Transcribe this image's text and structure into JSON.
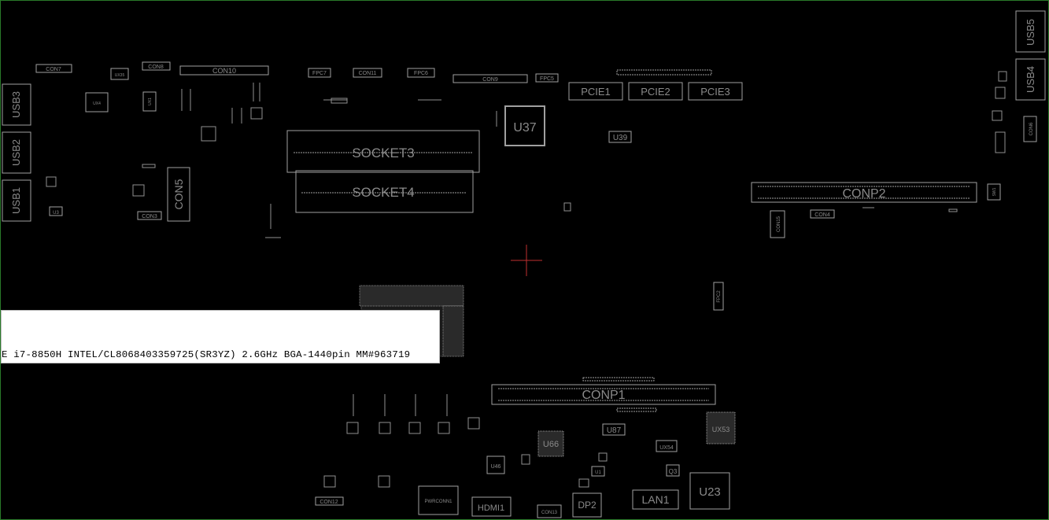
{
  "app": {
    "background": "#000000",
    "frame_color": "#2a7a2a",
    "trace_color": "#a0a0a0",
    "label_color": "#8a8a8a",
    "crosshair_color": "#c03030"
  },
  "tooltip": {
    "text": "E i7-8850H INTEL/CL8068403359725(SR3YZ) 2.6GHz BGA-1440pin  MM#963719"
  },
  "components": {
    "usb5": "USB5",
    "usb4": "USB4",
    "usb3": "USB3",
    "usb2": "USB2",
    "usb1": "USB1",
    "con5": "CON5",
    "con7": "CON7",
    "con8": "CON8",
    "con10": "CON10",
    "con3": "CON3",
    "con6": "CON6",
    "socket3": "SOCKET3",
    "socket4": "SOCKET4",
    "fpc7": "FPC7",
    "con11": "CON11",
    "fpc6": "FPC6",
    "con9": "CON9",
    "fpc5": "FPC5",
    "pcie1": "PCIE1",
    "pcie2": "PCIE2",
    "pcie3": "PCIE3",
    "u37": "U37",
    "u39": "U39",
    "conp2": "CONP2",
    "con15": "CON15",
    "con4": "CON4",
    "sw1": "SW1",
    "fpc2": "FPC2",
    "conp1": "CONP1",
    "u87": "U87",
    "u66": "U66",
    "ux53": "UX53",
    "ux54": "UX54",
    "q3": "Q3",
    "u23": "U23",
    "u46": "U46",
    "u1": "U1",
    "pwrconn1": "PWRCONN1",
    "con12": "CON12",
    "hdmi1": "HDMI1",
    "con13": "CON13",
    "dp2": "DP2",
    "lan1": "LAN1",
    "u3": "U3",
    "ux4": "UX4",
    "ux1": "UX1",
    "ux35": "UX35"
  }
}
